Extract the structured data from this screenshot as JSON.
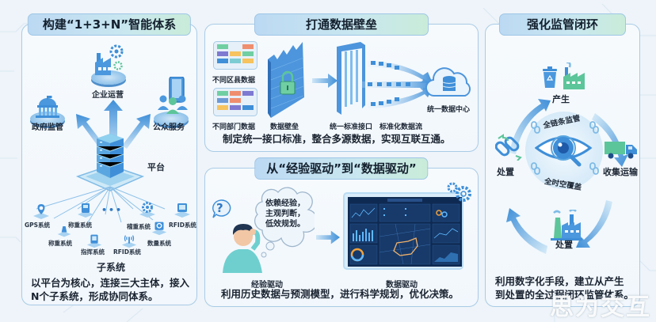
{
  "panels": {
    "system": {
      "title": "构建“1+3+N”智能体系",
      "nodes": {
        "enterprise": "企业运营",
        "government": "政府监管",
        "public": "公众服务",
        "platform": "平台",
        "subsystems_label": "子系统"
      },
      "subsystems": [
        "GPS系统",
        "称重系统",
        "称重系统",
        "指挥系统",
        "RFID系统",
        "稽重系统",
        "数量系统",
        "RFID系统"
      ],
      "ellipsis": "•••",
      "description": [
        "以平台为核心，连接三大主体，接入",
        "N个子系统，形成协同体系。"
      ]
    },
    "data_barrier": {
      "title": "打通数据壁垒",
      "labels": {
        "county_data": "不同区县数据",
        "dept_data": "不同部门数据",
        "barrier": "数据壁垒",
        "interface": "统一标准接口",
        "stream": "标准化数据流",
        "center": "统一数据中心"
      },
      "description": "制定统一接口标准，整合多源数据，实现互联互通。"
    },
    "data_driven": {
      "title": "从“经验驱动”到“数据驱动”",
      "thought_bubble": [
        "依赖经验，",
        "主观判断，",
        "低效规划。"
      ],
      "question_mark": "?",
      "labels": {
        "experience": "经验驱动",
        "data": "数据驱动"
      },
      "description": "利用历史数据与预测模型，进行科学规划，优化决策。"
    },
    "closed_loop": {
      "title": "强化监管闭环",
      "stages": {
        "produce": "产生",
        "collect": "收集运输",
        "dispose_bottom": "处置",
        "dispose_left": "处置"
      },
      "center_top": "全链条监管",
      "center_bottom": "全时空覆盖",
      "description": [
        "利用数字化手段，建立从产生",
        "到处置的全过程闭环监管体系。"
      ]
    }
  },
  "watermark": "思为交互",
  "colors": {
    "panel_border": "#a9cbe6",
    "accent_blue": "#3f8fd8",
    "accent_green": "#5cc59a",
    "dark_navy": "#0f2a52"
  }
}
